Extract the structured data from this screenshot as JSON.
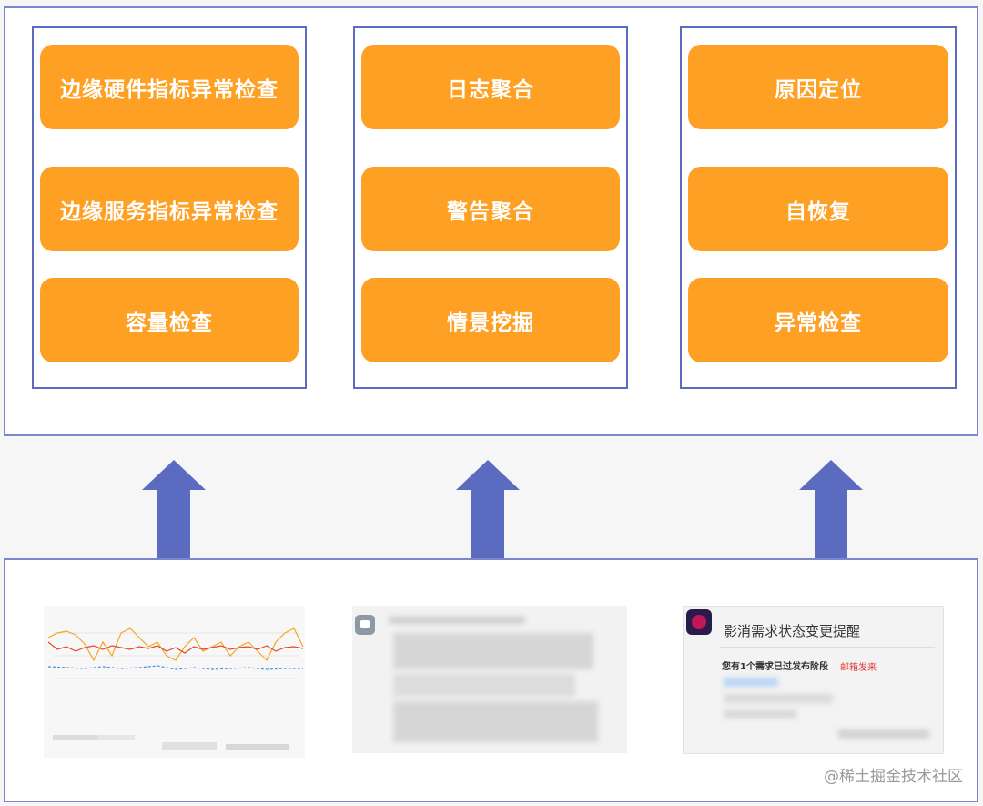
{
  "groups": [
    {
      "boxes": [
        "边缘硬件指标异常检查",
        "边缘服务指标异常检查",
        "容量检查"
      ]
    },
    {
      "boxes": [
        "日志聚合",
        "警告聚合",
        "情景挖掘"
      ]
    },
    {
      "boxes": [
        "原因定位",
        "自恢复",
        "异常检查"
      ]
    }
  ],
  "notification": {
    "title": "影消需求状态变更提醒",
    "body": "您有1个需求已过发布阶段",
    "link": "邮箱发来"
  },
  "watermark": "@稀土掘金技术社区",
  "colors": {
    "box": "#fda024",
    "arrow": "#5b6bc0",
    "border": "#7b86cf"
  }
}
